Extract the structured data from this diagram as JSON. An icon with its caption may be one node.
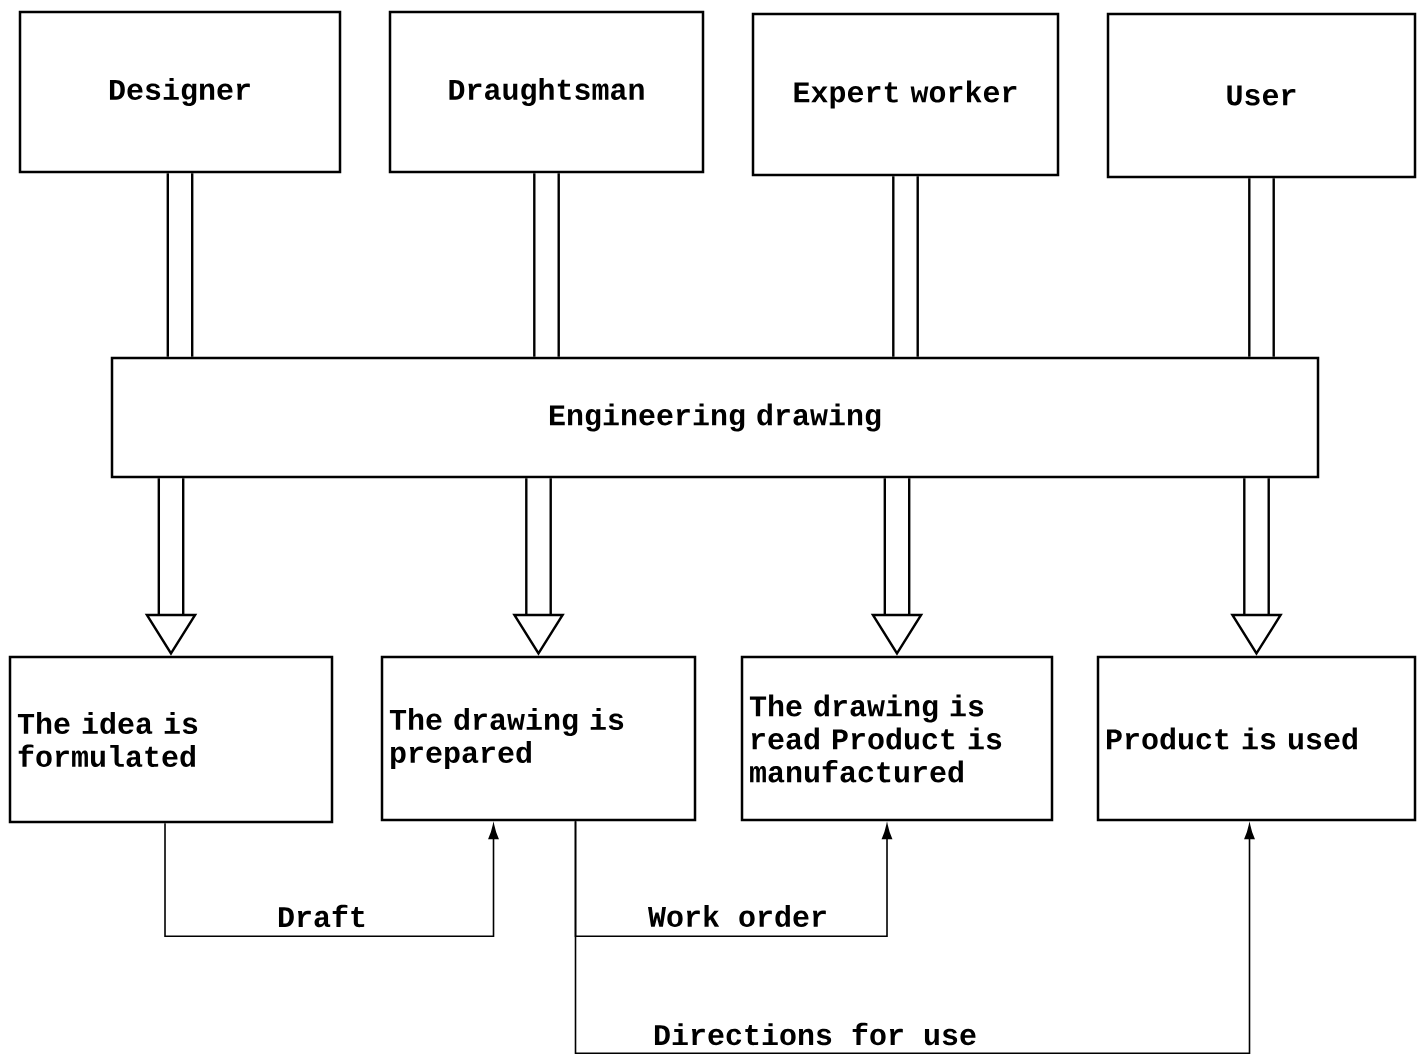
{
  "diagram": {
    "nodes": [
      {
        "text": [
          "Designer"
        ]
      },
      {
        "text": [
          "Draughtsman"
        ]
      },
      {
        "text": [
          "Expert worker"
        ]
      },
      {
        "text": [
          "User"
        ]
      },
      {
        "text": [
          "Engineering drawing"
        ]
      },
      {
        "text": [
          "The idea is formulated"
        ]
      },
      {
        "text": [
          "The drawing is prepared"
        ]
      },
      {
        "text": [
          "The drawing is read Product is manufactured"
        ]
      },
      {
        "text": [
          "Product is used"
        ]
      }
    ],
    "edges": [
      {
        "from": 0,
        "to": 4,
        "arrow": "none"
      },
      {
        "from": 1,
        "to": 4,
        "arrow": "none"
      },
      {
        "from": 2,
        "to": 4,
        "arrow": "none"
      },
      {
        "from": 3,
        "to": 4,
        "arrow": "none"
      },
      {
        "from": 4,
        "to": 5,
        "arrow": "to"
      },
      {
        "from": 4,
        "to": 6,
        "arrow": "to"
      },
      {
        "from": 4,
        "to": 7,
        "arrow": "to"
      },
      {
        "from": 4,
        "to": 8,
        "arrow": "to"
      },
      {
        "from": 5,
        "to": 6,
        "arrow": "to",
        "label": "Draft"
      },
      {
        "from": 6,
        "to": 7,
        "arrow": "to",
        "label": "Work order"
      },
      {
        "from": 6,
        "to": 8,
        "arrow": "to",
        "label": "Directions for use"
      }
    ]
  }
}
